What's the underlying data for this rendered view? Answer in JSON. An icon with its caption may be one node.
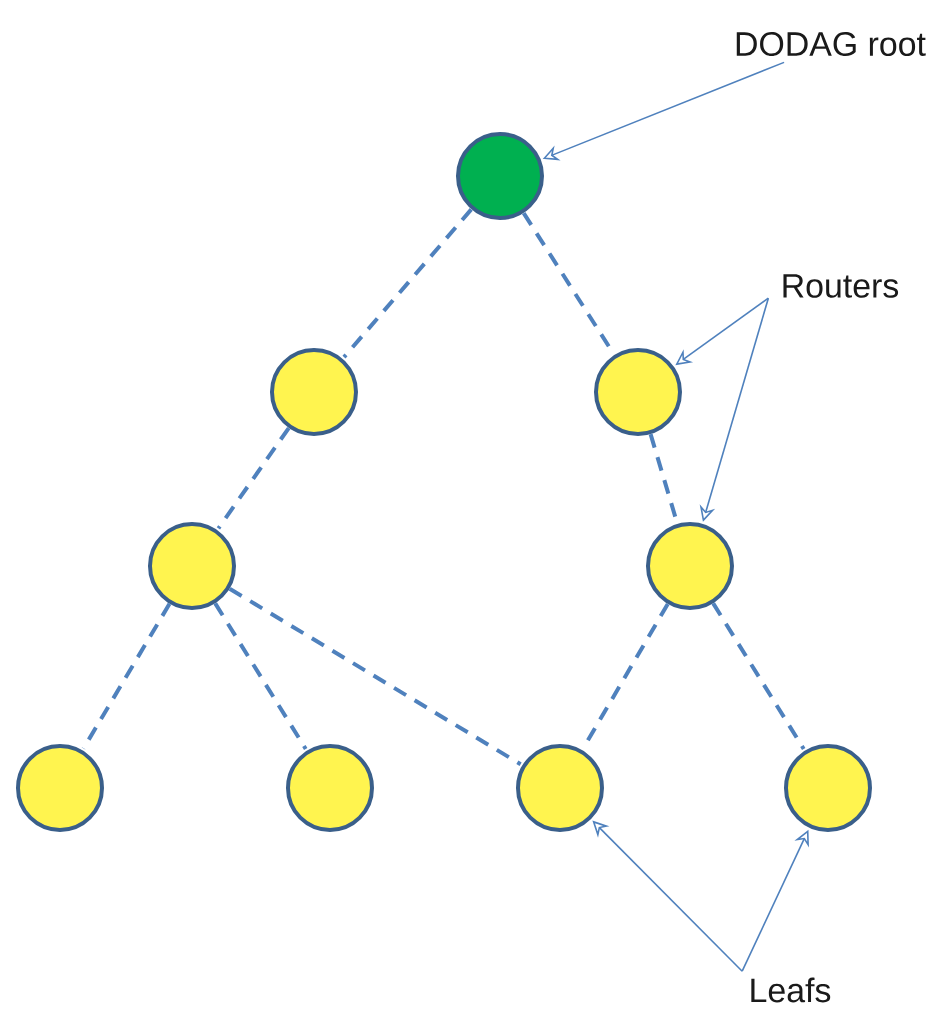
{
  "diagram": {
    "nodes": [
      {
        "text": [],
        "shape": "circle"
      },
      {
        "text": [],
        "shape": "circle"
      },
      {
        "text": [],
        "shape": "circle"
      },
      {
        "text": [],
        "shape": "circle"
      },
      {
        "text": [],
        "shape": "circle"
      },
      {
        "text": [],
        "shape": "circle"
      },
      {
        "text": [],
        "shape": "circle"
      },
      {
        "text": [],
        "shape": "circle"
      },
      {
        "text": [],
        "shape": "circle"
      },
      {
        "text": [
          "DODAG root"
        ]
      },
      {
        "text": [
          "Routers"
        ]
      },
      {
        "text": [
          "Leafs"
        ]
      }
    ],
    "edges": [
      {
        "from": 0,
        "to": 1,
        "arrow": "none",
        "style": "dashed"
      },
      {
        "from": 0,
        "to": 2,
        "arrow": "none",
        "style": "dashed"
      },
      {
        "from": 1,
        "to": 3,
        "arrow": "none",
        "style": "dashed"
      },
      {
        "from": 2,
        "to": 4,
        "arrow": "none",
        "style": "dashed"
      },
      {
        "from": 3,
        "to": 5,
        "arrow": "none",
        "style": "dashed"
      },
      {
        "from": 3,
        "to": 6,
        "arrow": "none",
        "style": "dashed"
      },
      {
        "from": 3,
        "to": 7,
        "arrow": "none",
        "style": "dashed"
      },
      {
        "from": 4,
        "to": 7,
        "arrow": "none",
        "style": "dashed"
      },
      {
        "from": 4,
        "to": 8,
        "arrow": "none",
        "style": "dashed"
      },
      {
        "from": 9,
        "to": 0,
        "arrow": "to"
      },
      {
        "from": 10,
        "to": 2,
        "arrow": "to"
      },
      {
        "from": 10,
        "to": 4,
        "arrow": "to"
      },
      {
        "from": 11,
        "to": 7,
        "arrow": "to"
      },
      {
        "from": 11,
        "to": 8,
        "arrow": "to"
      }
    ]
  }
}
